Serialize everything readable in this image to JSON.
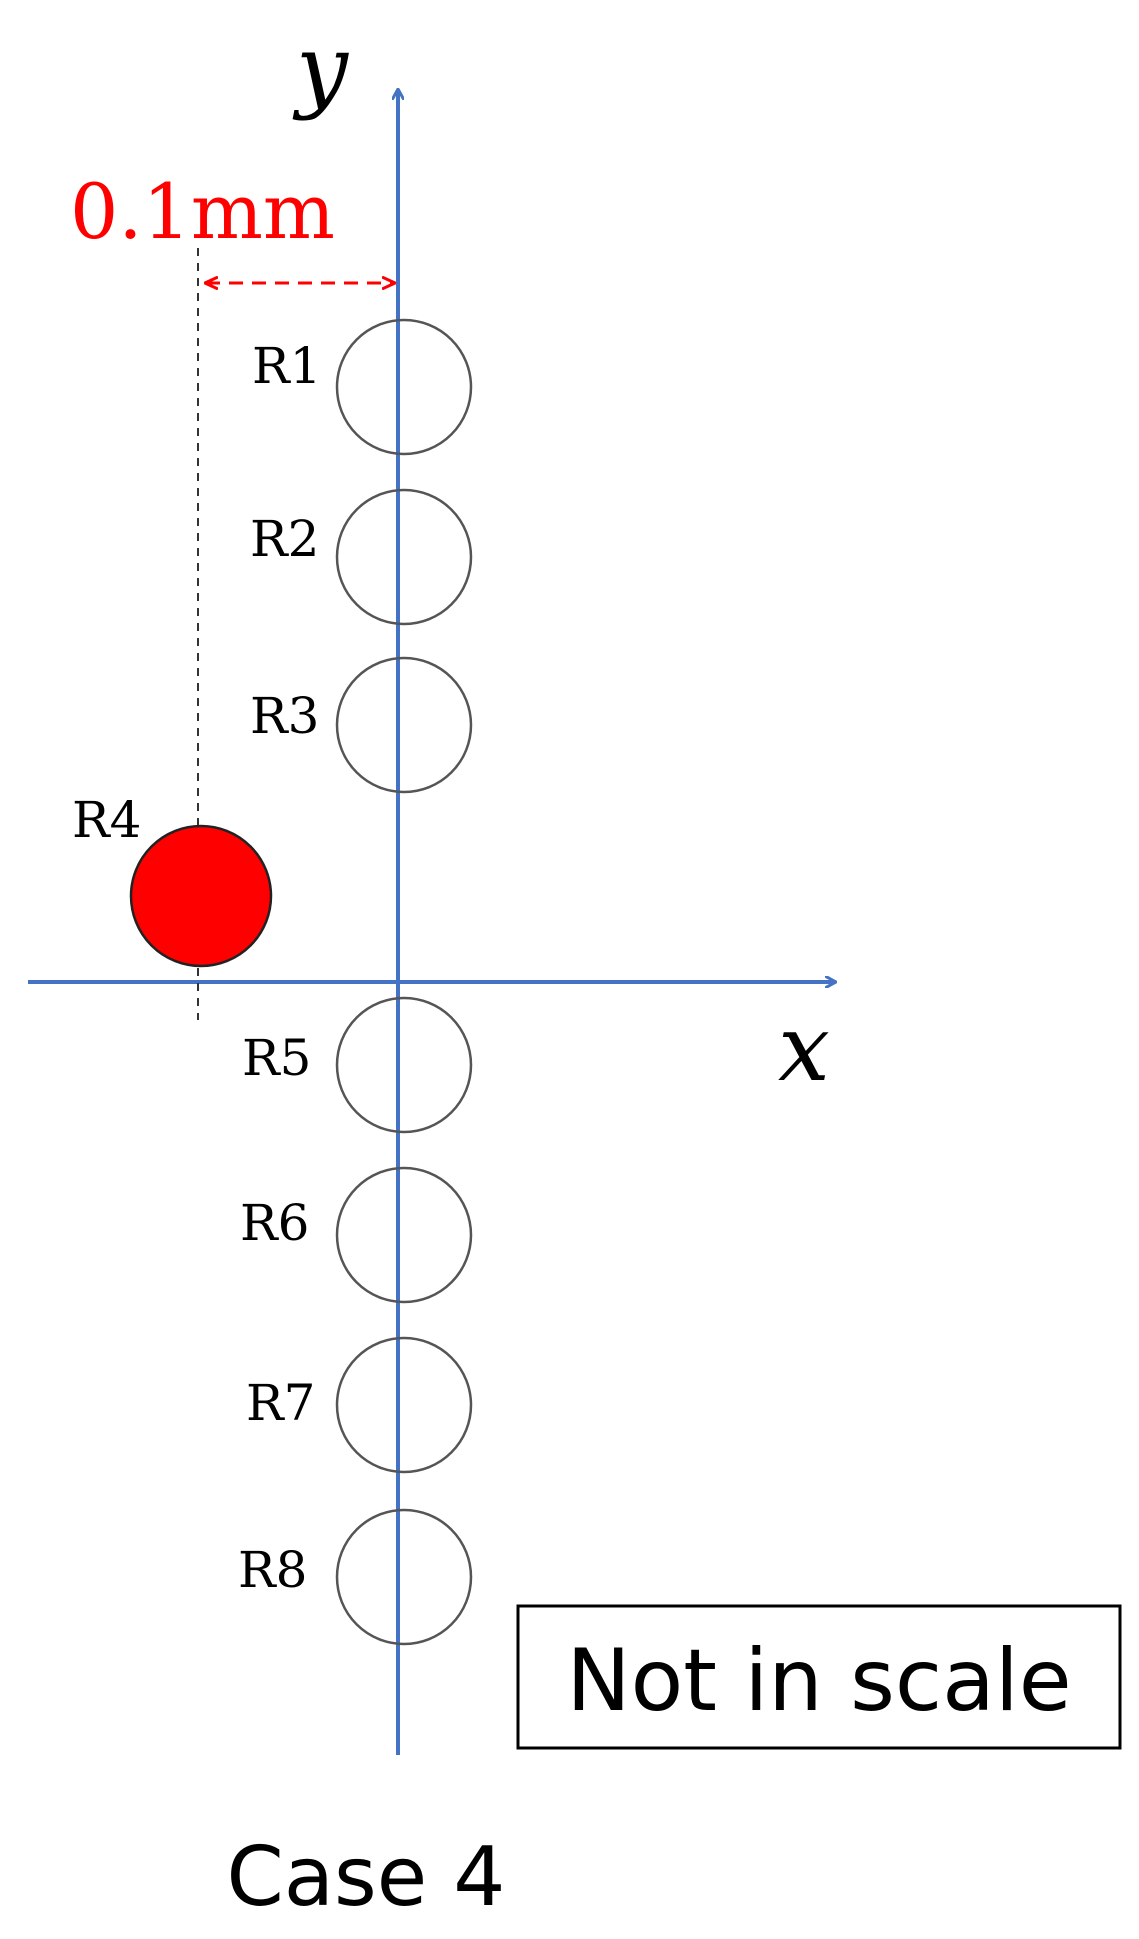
{
  "axes": {
    "x_label": "x",
    "y_label": "y",
    "color": "#4472C4"
  },
  "dimension": {
    "label": "0.1mm",
    "color": "#FF0000"
  },
  "rods": [
    {
      "label": "R1",
      "highlighted": false
    },
    {
      "label": "R2",
      "highlighted": false
    },
    {
      "label": "R3",
      "highlighted": false
    },
    {
      "label": "R4",
      "highlighted": true
    },
    {
      "label": "R5",
      "highlighted": false
    },
    {
      "label": "R6",
      "highlighted": false
    },
    {
      "label": "R7",
      "highlighted": false
    },
    {
      "label": "R8",
      "highlighted": false
    }
  ],
  "highlight_color": "#FF0000",
  "note": "Not in scale",
  "caption": "Case 4"
}
